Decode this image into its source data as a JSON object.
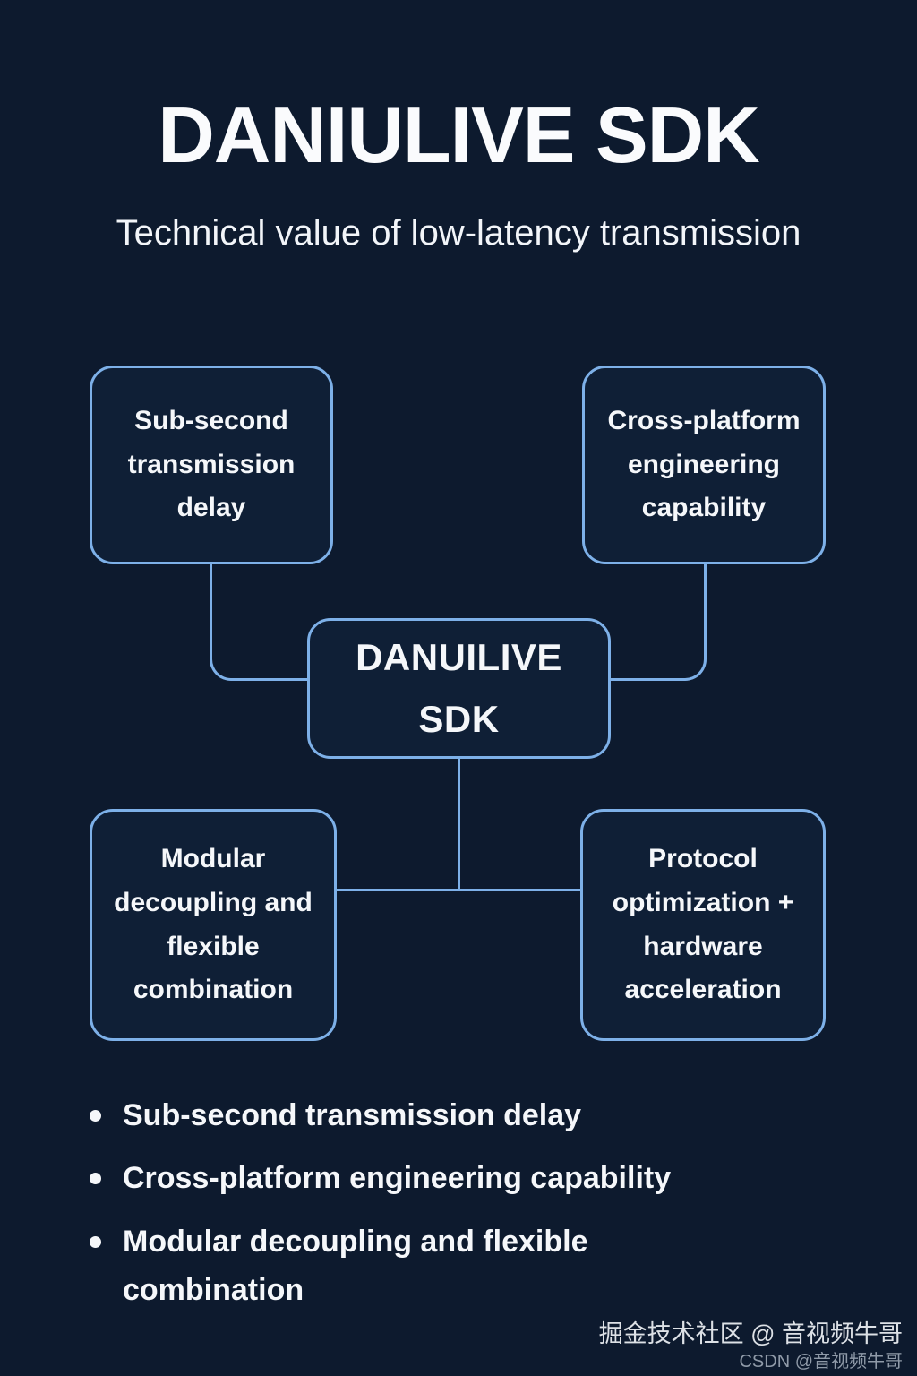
{
  "header": {
    "title": "DANIULIVE SDK",
    "subtitle": "Technical value of low-latency transmission"
  },
  "diagram": {
    "top_left": "Sub-second transmission delay",
    "top_right": "Cross-platform engineering capability",
    "center": "DANUILIVE SDK",
    "bottom_left": "Modular decoupling and flexible combination",
    "bottom_right": "Protocol optimization + hardware acceleration"
  },
  "bullets": [
    "Sub-second transmission delay",
    "Cross-platform engineering capability",
    "Modular decoupling and flexible combination"
  ],
  "watermark": {
    "line1": "掘金技术社区 @ 音视频牛哥",
    "line2": "CSDN @音视频牛哥"
  },
  "colors": {
    "background": "#0d1a2e",
    "node_fill": "#0f1f36",
    "node_border": "#7db0e8",
    "text": "#f5f7fa",
    "watermark_primary": "#dde1e6",
    "watermark_secondary": "#8f9aa8"
  }
}
